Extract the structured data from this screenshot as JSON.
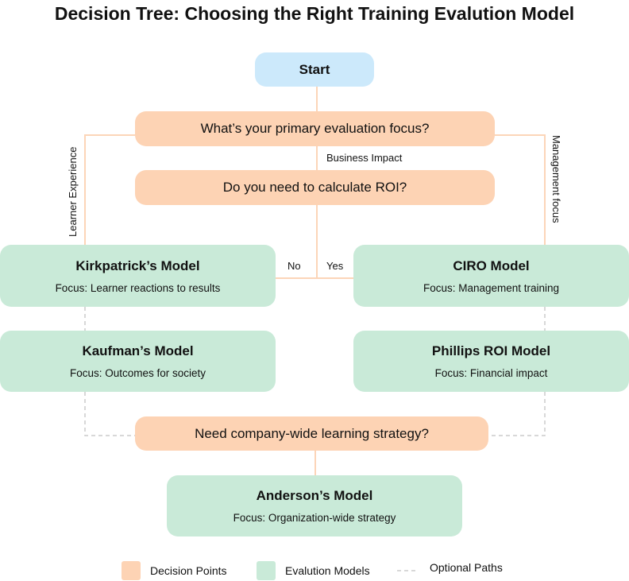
{
  "title": "Decision Tree: Choosing the Right Training Evalution Model",
  "start": "Start",
  "decisions": {
    "q1": "What’s your primary evaluation focus?",
    "q2": "Do you need to calculate ROI?",
    "q3": "Need company-wide learning strategy?"
  },
  "edges": {
    "learner": "Learner Experience",
    "business": "Business Impact",
    "management": "Management focus",
    "no": "No",
    "yes": "Yes"
  },
  "models": {
    "kirkpatrick": {
      "name": "Kirkpatrick’s Model",
      "focus": "Focus: Learner reactions to results"
    },
    "ciro": {
      "name": "CIRO Model",
      "focus": "Focus: Management training"
    },
    "kaufman": {
      "name": "Kaufman’s Model",
      "focus": "Focus: Outcomes for society"
    },
    "phillips": {
      "name": "Phillips ROI Model",
      "focus": "Focus: Financial impact"
    },
    "anderson": {
      "name": "Anderson’s Model",
      "focus": "Focus: Organization-wide strategy"
    }
  },
  "legend": {
    "decision": "Decision Points",
    "models": "Evalution Models",
    "optional": "Optional Paths"
  },
  "colors": {
    "decision": "#fdd3b4",
    "model": "#c9ead8",
    "start": "#cce9fb",
    "line": "#fcd5b8",
    "dashed": "#cccccc"
  }
}
